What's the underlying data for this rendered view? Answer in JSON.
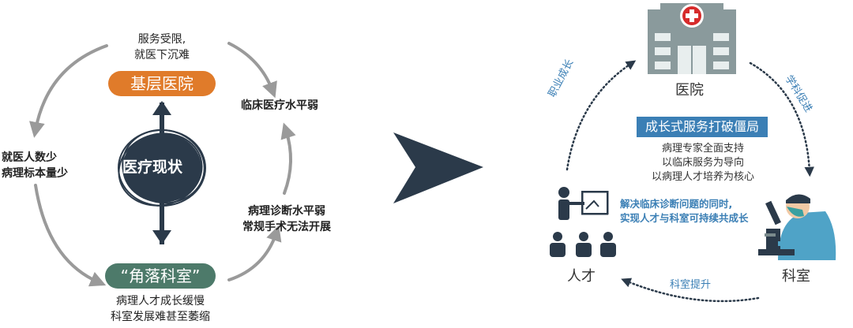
{
  "left": {
    "top_text": [
      "服务受限,",
      "就医下沉难"
    ],
    "top_badge": "基层医院",
    "center_label": "医疗现状",
    "right_top_text": "临床医疗水平弱",
    "right_bottom_text": [
      "病理诊断水平弱",
      "常规手术无法开展"
    ],
    "left_text": [
      "就医人数少",
      "病理标本量少"
    ],
    "bottom_badge": "“角落科室”",
    "bottom_text": [
      "病理人才成长缓慢",
      "科室发展难甚至萎缩"
    ]
  },
  "right": {
    "hospital_label": "医院",
    "talent_label": "人才",
    "dept_label": "科室",
    "arc_left_label": "职业成长",
    "arc_right_label": "学科促进",
    "arc_bottom_label": "科室提升",
    "banner": "成长式服务打破僵局",
    "support_lines": [
      "病理专家全面支持",
      "以临床服务为导向",
      "以病理人才培养为核心"
    ],
    "highlight_lines": [
      "解决临床诊断问题的同时,",
      "实现人才与科室可持续共成长"
    ]
  },
  "colors": {
    "orange": "#e07b2a",
    "green": "#4d7a6a",
    "dark": "#2b3a4a",
    "blue": "#3b7fb5",
    "gray_arrow": "#9a9a9a"
  }
}
